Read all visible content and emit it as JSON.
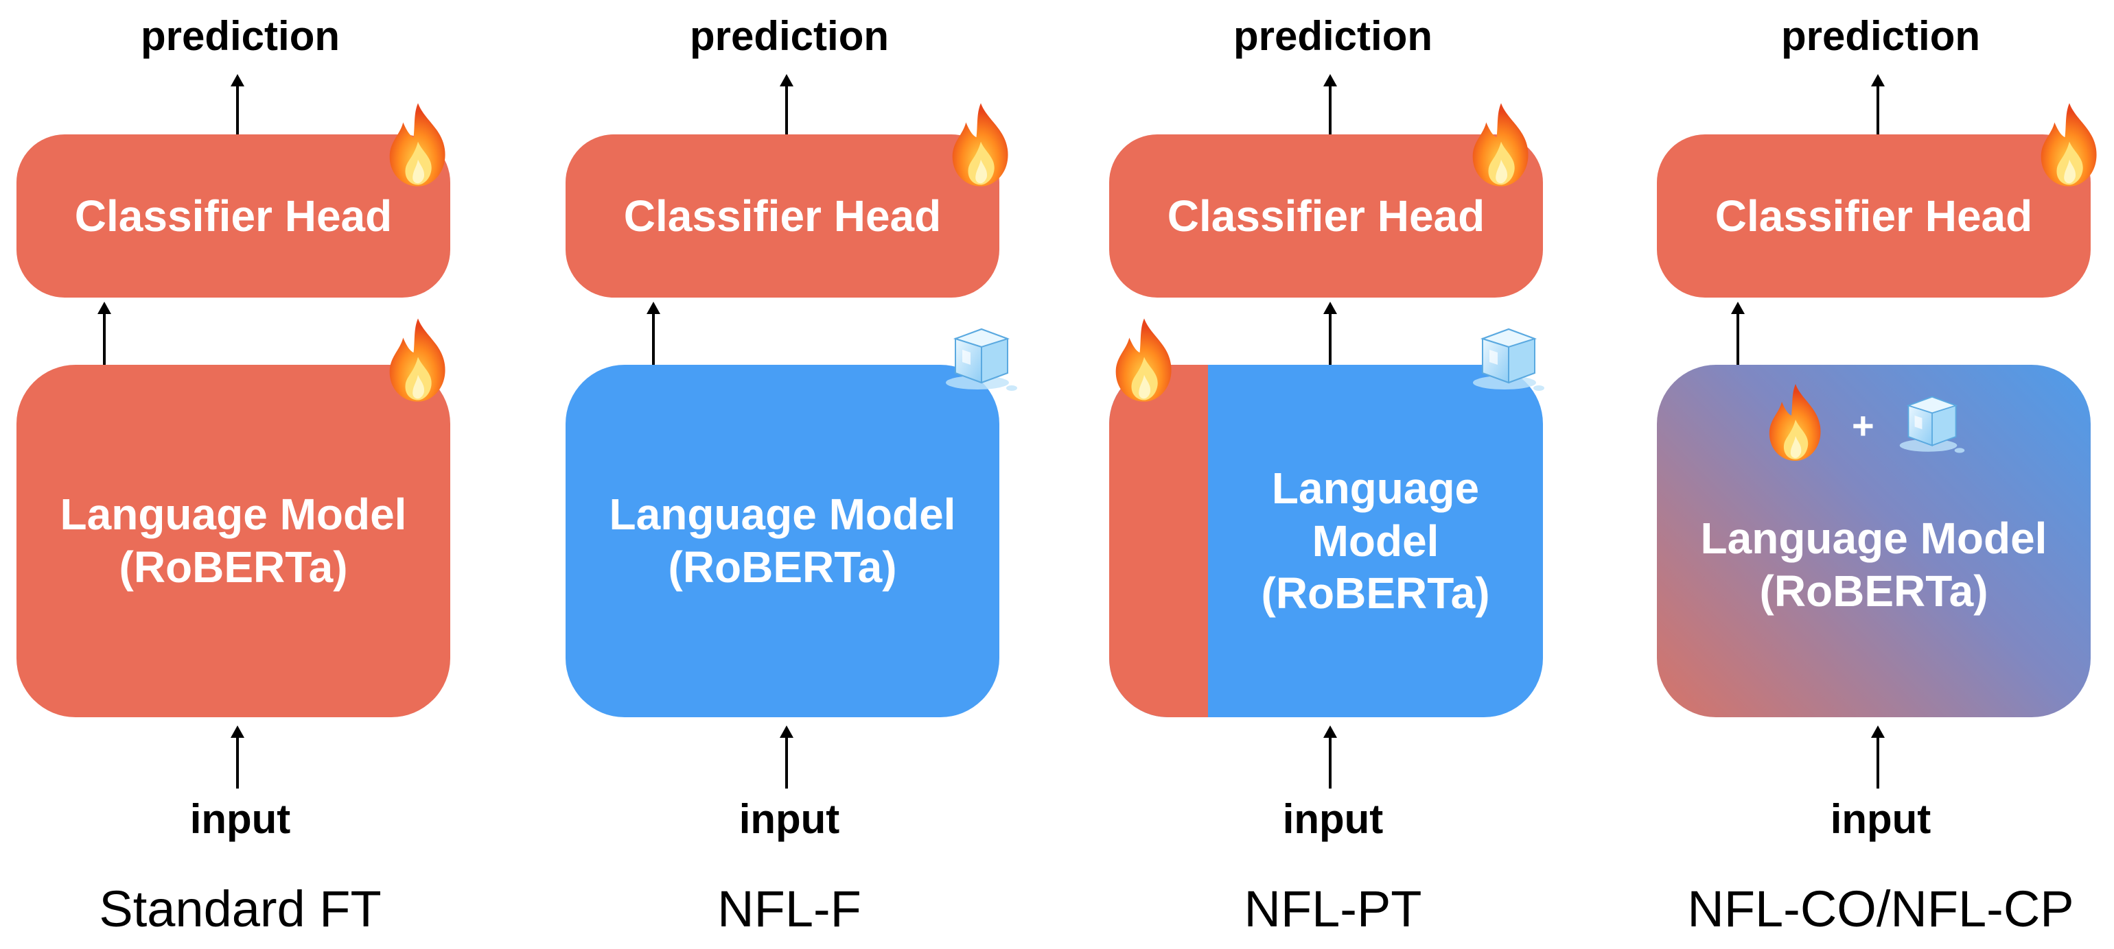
{
  "panels": [
    {
      "prediction": "prediction",
      "head": "Classifier Head",
      "lm_line1": "Language Model",
      "lm_line2": "(RoBERTa)",
      "input": "input",
      "caption": "Standard FT"
    },
    {
      "prediction": "prediction",
      "head": "Classifier Head",
      "lm_line1": "Language Model",
      "lm_line2": "(RoBERTa)",
      "input": "input",
      "caption": "NFL-F"
    },
    {
      "prediction": "prediction",
      "head": "Classifier Head",
      "lm_line1": "Language",
      "lm_line2": "Model",
      "lm_line3": "(RoBERTa)",
      "input": "input",
      "caption": "NFL-PT"
    },
    {
      "prediction": "prediction",
      "head": "Classifier Head",
      "lm_line1": "Language Model",
      "lm_line2": "(RoBERTa)",
      "input": "input",
      "caption": "NFL-CO/NFL-CP",
      "plus": "+"
    }
  ],
  "icons": {
    "trainable": "fire-icon",
    "frozen": "ice-cube-icon"
  },
  "colors": {
    "trainable": "#ea6d58",
    "frozen": "#489ef5",
    "text": "#000000"
  }
}
